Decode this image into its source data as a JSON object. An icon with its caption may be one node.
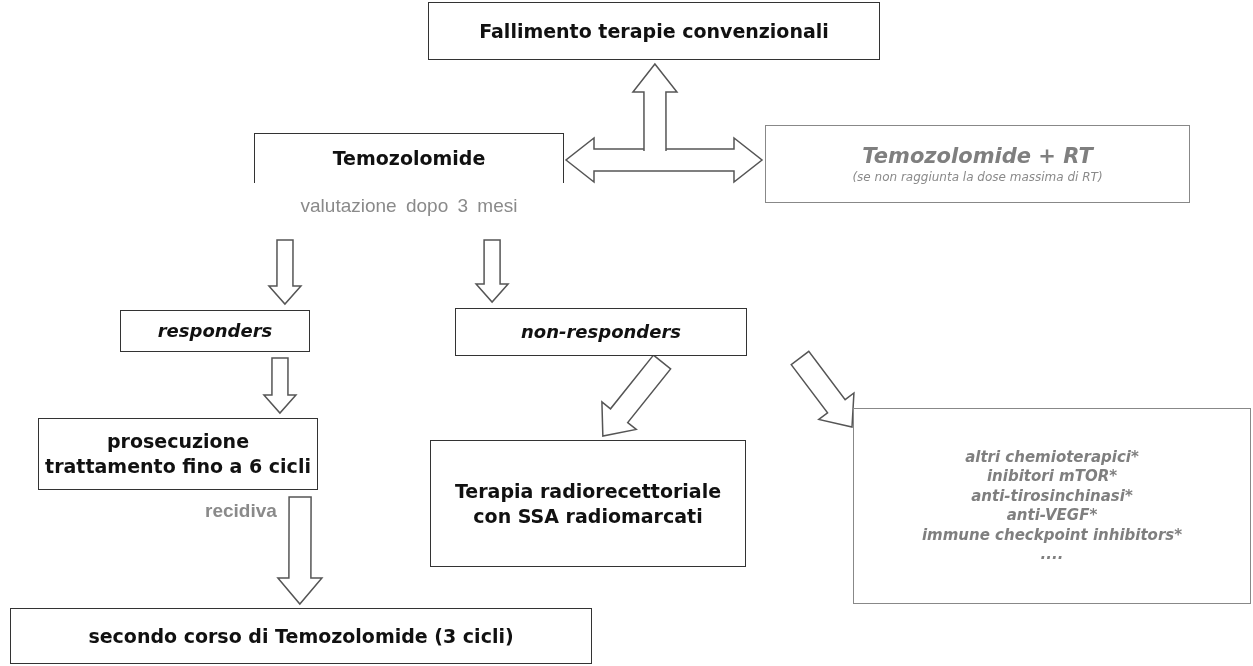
{
  "diagram": {
    "nodes": [
      {
        "text": [
          "Fallimento terapie convenzionali"
        ]
      },
      {
        "text": [
          "Temozolomide"
        ],
        "beside": [
          "valutazione dopo 3 mesi"
        ]
      },
      {
        "text": [
          "Temozolomide + RT",
          "(se non raggiunta la dose massima di RT)"
        ]
      },
      {
        "text": [
          "responders"
        ]
      },
      {
        "text": [
          "non-responders"
        ]
      },
      {
        "text": [
          "prosecuzione trattamento fino a 6 cicli"
        ]
      },
      {
        "text": [
          "Terapia radiorecettoriale con SSA radiomarcati"
        ]
      },
      {
        "text": [
          "altri chemioterapici*",
          "inibitori mTOR*",
          "anti-tirosinchinasi*",
          "anti-VEGF*",
          "immune checkpoint inhibitors*",
          "...."
        ]
      },
      {
        "text": [
          "secondo corso di Temozolomide (3 cicli)"
        ]
      }
    ],
    "edges": [
      {
        "from": 1,
        "to": 2,
        "arrow": "both"
      },
      {
        "from": 1,
        "to": 0,
        "arrow": "to"
      },
      {
        "from": 1,
        "to": 3,
        "arrow": "to"
      },
      {
        "from": 1,
        "to": 4,
        "arrow": "to"
      },
      {
        "from": 3,
        "to": 5,
        "arrow": "to"
      },
      {
        "from": 4,
        "to": 6,
        "arrow": "to"
      },
      {
        "from": 4,
        "to": 7,
        "arrow": "to"
      },
      {
        "from": 5,
        "to": 8,
        "arrow": "to",
        "label": "recidiva"
      }
    ]
  }
}
